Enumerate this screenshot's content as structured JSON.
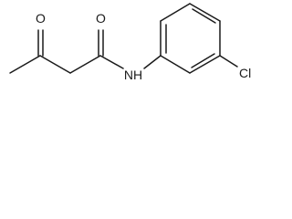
{
  "molecule": {
    "atom_labels": {
      "ketone_oxygen": "O",
      "amide_oxygen": "O",
      "amide_nitrogen": "NH",
      "chlorine": "Cl"
    }
  }
}
